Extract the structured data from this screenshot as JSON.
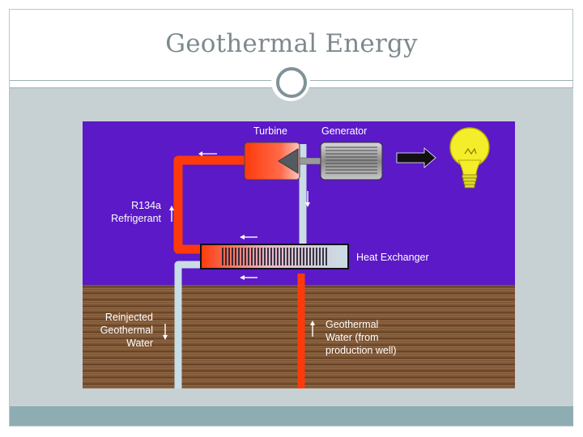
{
  "slide": {
    "title": "Geothermal Energy"
  },
  "diagram": {
    "labels": {
      "turbine": "Turbine",
      "generator": "Generator",
      "refrigerant_line1": "R134a",
      "refrigerant_line2": "Refrigerant",
      "heat_exchanger": "Heat Exchanger",
      "reinjected_line1": "Reinjected",
      "reinjected_line2": "Geothermal",
      "reinjected_line3": "Water",
      "geothermal_line1": "Geothermal",
      "geothermal_line2": "Water (from",
      "geothermal_line3": "production well)"
    },
    "colors": {
      "sky": "#5b19c8",
      "ground": "#7a5332",
      "hot_pipe": "#ff3a0a",
      "cold_pipe": "#c8dde6",
      "bulb": "#f4ee2a"
    }
  }
}
